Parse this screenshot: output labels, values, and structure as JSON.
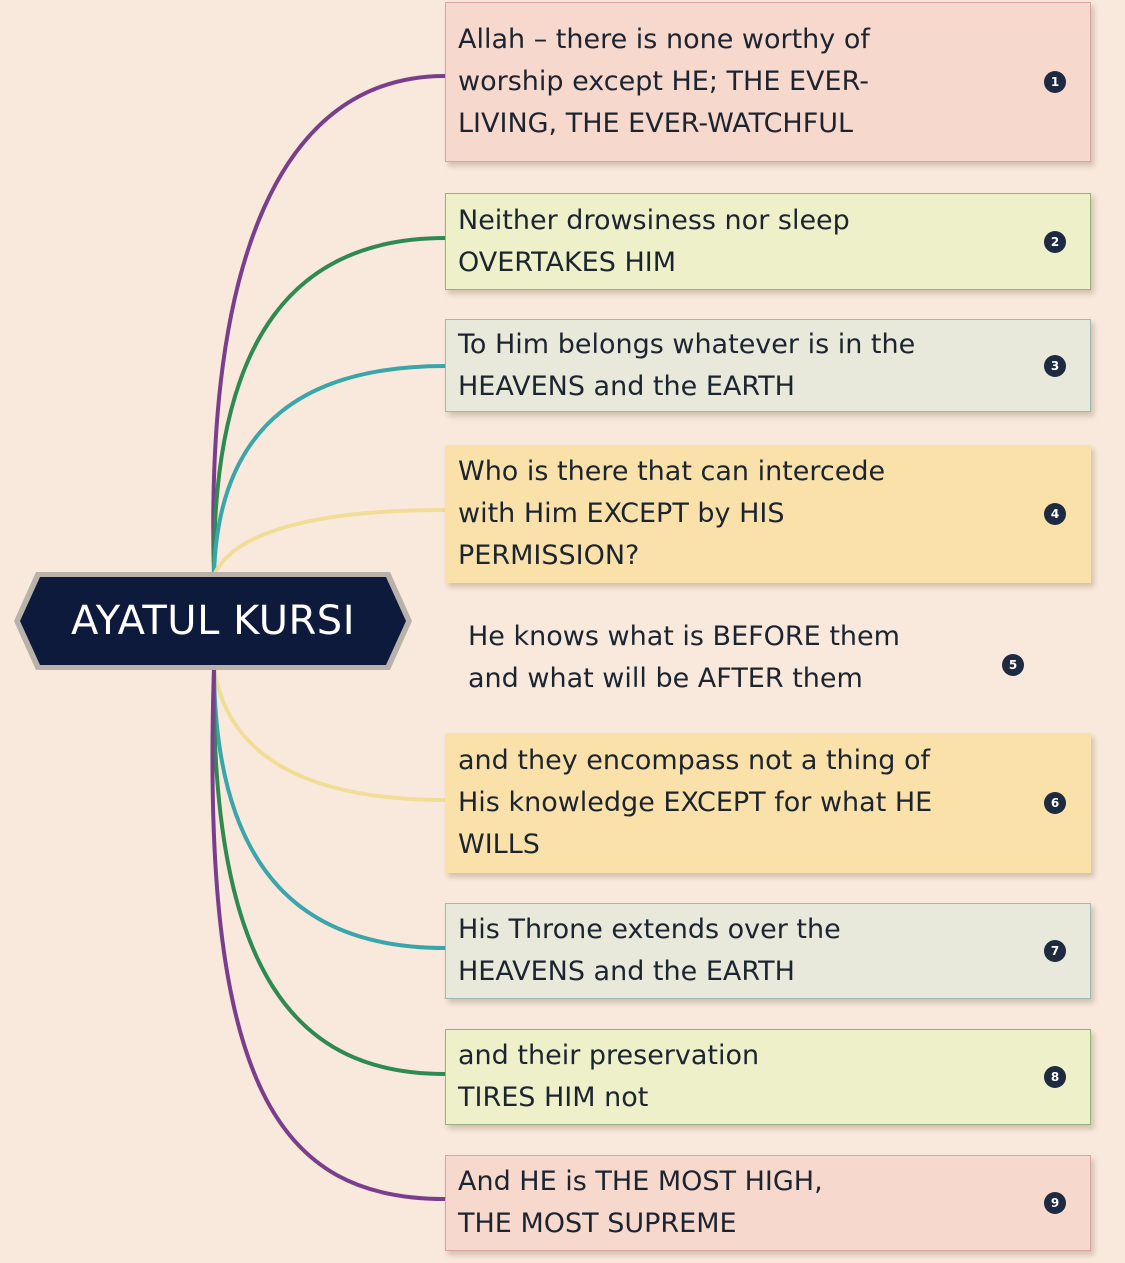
{
  "center": {
    "label": "AYATUL KURSI",
    "fill": "#0e1a3b",
    "border": "#b9b2aa"
  },
  "background": "#f8e9dc",
  "branches": [
    {
      "number": "1",
      "lines": [
        "Allah – there is none worthy of",
        "worship except HE; THE EVER-",
        "LIVING, THE EVER-WATCHFUL"
      ],
      "box_color": "#f6d8cd",
      "border_color": "#d8a3a0",
      "line_color": "#7a3f8c"
    },
    {
      "number": "2",
      "lines": [
        "Neither drowsiness nor sleep",
        "OVERTAKES HIM"
      ],
      "box_color": "#eef0c9",
      "border_color": "#98b07c",
      "line_color": "#2f8a52"
    },
    {
      "number": "3",
      "lines": [
        "To Him belongs whatever is in the",
        "HEAVENS and the EARTH"
      ],
      "box_color": "#e8e8db",
      "border_color": "#9fb8b4",
      "line_color": "#3aa5aa"
    },
    {
      "number": "4",
      "lines": [
        "Who is there that can intercede",
        "with Him EXCEPT by HIS",
        "PERMISSION?"
      ],
      "box_color": "#f9e1a9",
      "border_color": "#f9e1a9",
      "line_color": "#f1dd98"
    },
    {
      "number": "5",
      "lines": [
        "He knows what is BEFORE them",
        "and what will be AFTER them"
      ],
      "box_color": "transparent",
      "border_color": "transparent",
      "line_color": "#f1dd98"
    },
    {
      "number": "6",
      "lines": [
        "and they encompass not a thing of",
        "His knowledge EXCEPT for what HE",
        "WILLS"
      ],
      "box_color": "#f9e1a9",
      "border_color": "#f9e1a9",
      "line_color": "#f1dd98"
    },
    {
      "number": "7",
      "lines": [
        "His Throne extends over the",
        "HEAVENS and the EARTH"
      ],
      "box_color": "#e8e8db",
      "border_color": "#9fb8b4",
      "line_color": "#3aa5aa"
    },
    {
      "number": "8",
      "lines": [
        "and their preservation",
        "TIRES HIM not"
      ],
      "box_color": "#eef0c9",
      "border_color": "#98b07c",
      "line_color": "#2f8a52"
    },
    {
      "number": "9",
      "lines": [
        "And HE is THE MOST HIGH,",
        "THE MOST SUPREME"
      ],
      "box_color": "#f6d8cd",
      "border_color": "#d8a3a0",
      "line_color": "#7a3f8c"
    }
  ]
}
